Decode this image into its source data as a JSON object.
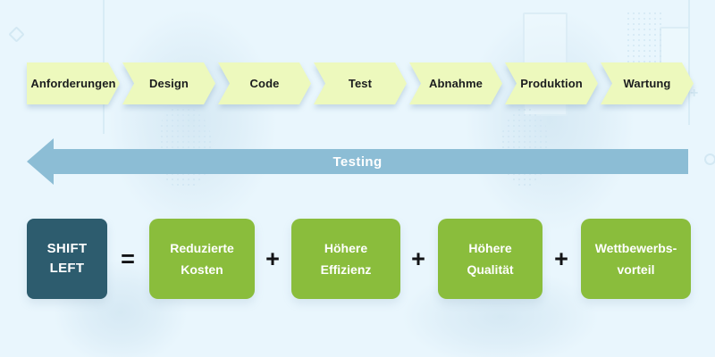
{
  "pipeline": {
    "stages": [
      "Anforderungen",
      "Design",
      "Code",
      "Test",
      "Abnahme",
      "Produktion",
      "Wartung"
    ]
  },
  "testing_arrow": {
    "label": "Testing"
  },
  "equation": {
    "result": {
      "lines": [
        "SHIFT",
        "LEFT"
      ]
    },
    "equals_sign": "=",
    "plus_sign": "+",
    "benefits": [
      {
        "lines": [
          "Reduzierte",
          "Kosten"
        ]
      },
      {
        "lines": [
          "Höhere",
          "Effizienz"
        ]
      },
      {
        "lines": [
          "Höhere",
          "Qualität"
        ]
      },
      {
        "lines": [
          "Wettbewerbs-",
          "vorteil"
        ]
      }
    ]
  },
  "colors": {
    "background": "#e9f6fd",
    "chevron_fill": "#edf9bd",
    "chevron_text": "#1b1c1e",
    "arrow_blue": "#8cbdd5",
    "shift_left_teal": "#2d5c6e",
    "benefit_green": "#8abd3c",
    "operator_dark": "#121315"
  }
}
